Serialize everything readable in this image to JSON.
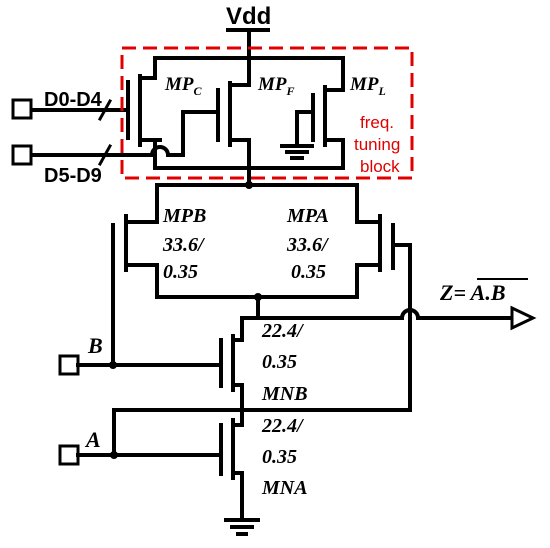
{
  "supply": {
    "vdd": "Vdd"
  },
  "inputs": {
    "d_low": "D0-D4",
    "d_high": "D5-D9",
    "b": "B",
    "a": "A"
  },
  "output": {
    "prefix": "Z= ",
    "expr": "A.B"
  },
  "tuning_block": {
    "line1": "freq.",
    "line2": "tuning",
    "line3": "block",
    "border_color": "#e00000"
  },
  "transistors": {
    "mpc": {
      "base": "MP",
      "sub": "C"
    },
    "mpf": {
      "base": "MP",
      "sub": "F"
    },
    "mpl": {
      "base": "MP",
      "sub": "L"
    },
    "mpb": {
      "name": "MPB",
      "w": "33.6/",
      "l": "0.35"
    },
    "mpa": {
      "name": "MPA",
      "w": "33.6/",
      "l": "0.35"
    },
    "mnb": {
      "name": "MNB",
      "w": "22.4/",
      "l": "0.35"
    },
    "mna": {
      "name": "MNA",
      "w": "22.4/",
      "l": "0.35"
    }
  }
}
